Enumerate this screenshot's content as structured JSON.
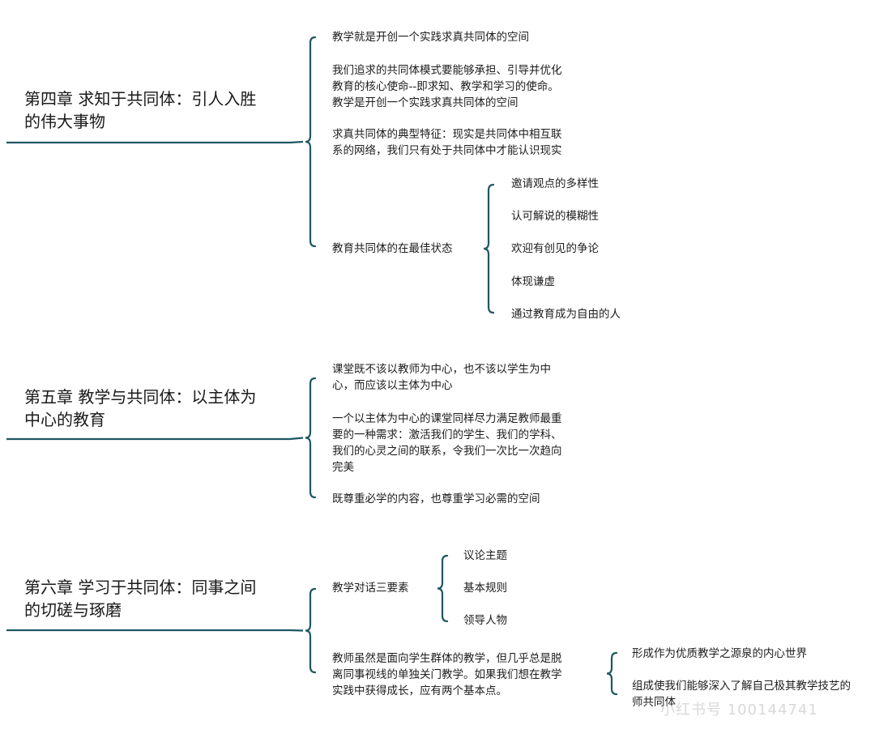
{
  "colors": {
    "line": "#1f5763",
    "text": "#1c1c1c"
  },
  "chapters": [
    {
      "title_lines": [
        "第四章 求知于共同体：引人入胜",
        "的伟大事物"
      ],
      "items": [
        {
          "lines": [
            "教学就是开创一个实践求真共同体的空间"
          ]
        },
        {
          "lines": [
            "我们追求的共同体模式要能够承担、引导并优化",
            "教育的核心使命--即求知、教学和学习的使命。",
            "教学是开创一个实践求真共同体的空间"
          ]
        },
        {
          "lines": [
            "求真共同体的典型特征：现实是共同体中相互联",
            "系的网络，我们只有处于共同体中才能认识现实"
          ]
        },
        {
          "lines": [
            "教育共同体的在最佳状态"
          ],
          "children": [
            {
              "lines": [
                "邀请观点的多样性"
              ]
            },
            {
              "lines": [
                "认可解说的模糊性"
              ]
            },
            {
              "lines": [
                "欢迎有创见的争论"
              ]
            },
            {
              "lines": [
                "体现谦虚"
              ]
            },
            {
              "lines": [
                "通过教育成为自由的人"
              ]
            }
          ]
        }
      ]
    },
    {
      "title_lines": [
        "第五章 教学与共同体：以主体为",
        "中心的教育"
      ],
      "items": [
        {
          "lines": [
            "课堂既不该以教师为中心，也不该以学生为中",
            "心，而应该以主体为中心"
          ]
        },
        {
          "lines": [
            "一个以主体为中心的课堂同样尽力满足教师最重",
            "要的一种需求：激活我们的学生、我们的学科、",
            "我们的心灵之间的联系，令我们一次比一次趋向",
            "完美"
          ]
        },
        {
          "lines": [
            "既尊重必学的内容，也尊重学习必需的空间"
          ]
        }
      ]
    },
    {
      "title_lines": [
        "第六章 学习于共同体：同事之间",
        "的切磋与琢磨"
      ],
      "items": [
        {
          "lines": [
            "教学对话三要素"
          ],
          "children": [
            {
              "lines": [
                "议论主题"
              ]
            },
            {
              "lines": [
                "基本规则"
              ]
            },
            {
              "lines": [
                "领导人物"
              ]
            }
          ]
        },
        {
          "lines": [
            "教师虽然是面向学生群体的教学，但几乎总是脱",
            "离同事视线的单独关门教学。如果我们想在教学",
            "实践中获得成长，应有两个基本点。"
          ],
          "children": [
            {
              "lines": [
                "形成作为优质教学之源泉的内心世界"
              ]
            },
            {
              "lines": [
                "组成使我们能够深入了解自己极其教学技艺的",
                "师共同体"
              ]
            }
          ]
        }
      ]
    }
  ],
  "watermark": "小红书号 100144741"
}
